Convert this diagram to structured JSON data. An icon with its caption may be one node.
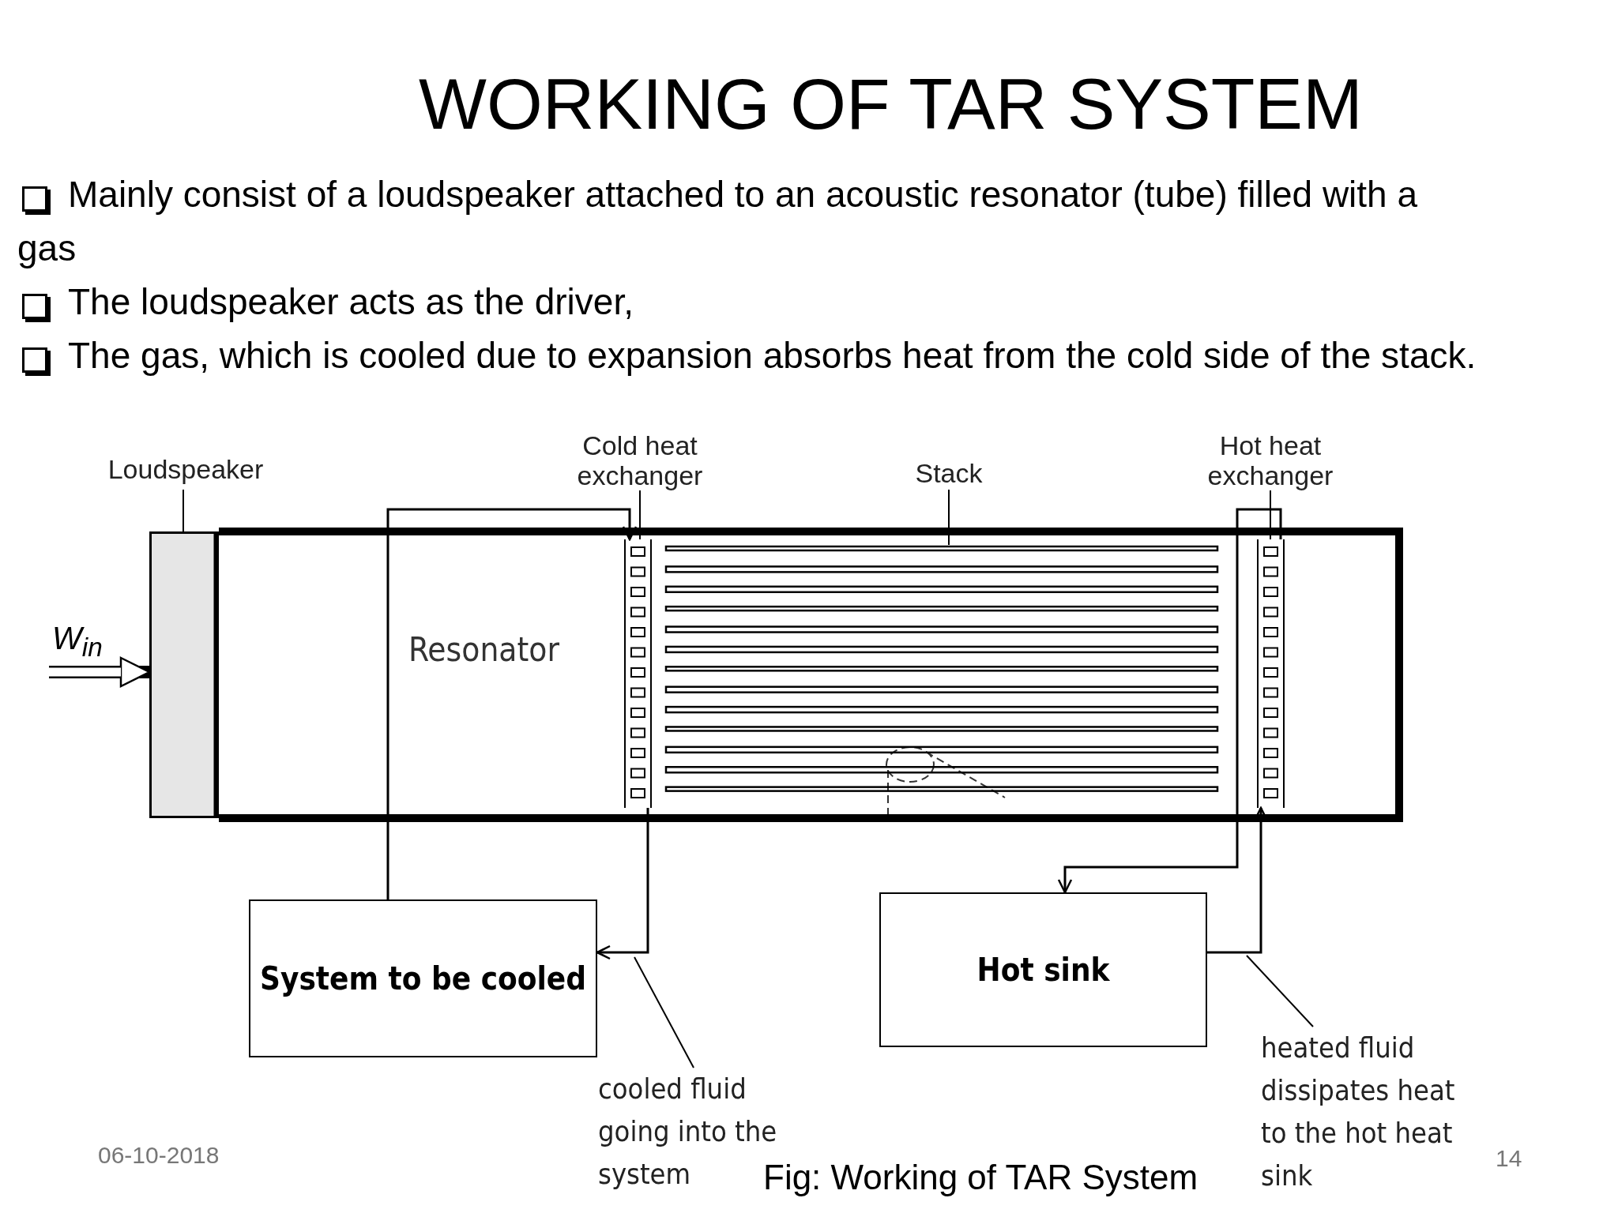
{
  "diagram": {
    "title": "WORKING OF TAR SYSTEM",
    "caption": "Fig: Working of TAR System",
    "nodes": [
      {
        "text": [
          "Resonator"
        ]
      },
      {
        "text": [
          "Loudspeaker"
        ]
      },
      {
        "text": [],
        "shape": "box"
      },
      {
        "text": [
          "Cold heat exchanger"
        ]
      },
      {
        "text": [],
        "shape": "bar",
        "in": 0
      },
      {
        "text": [
          "Stack"
        ]
      },
      {
        "text": [],
        "shape": "box",
        "in": 0
      },
      {
        "text": [
          "Hot heat exchanger"
        ]
      },
      {
        "text": [],
        "shape": "bar",
        "in": 0
      },
      {
        "text": [
          "System to be cooled"
        ]
      },
      {
        "text": [
          "Hot sink"
        ]
      },
      {
        "text": [
          "cooled fluid going into the system"
        ]
      },
      {
        "text": [
          "heated fluid dissipates heat to the hot heat sink"
        ]
      }
    ],
    "edges": [
      {
        "from": 1,
        "to": 2,
        "arrow": "none"
      },
      {
        "from": 3,
        "to": 4,
        "arrow": "none"
      },
      {
        "from": 5,
        "to": 6,
        "arrow": "none"
      },
      {
        "from": 7,
        "to": 8,
        "arrow": "none"
      },
      {
        "from": null,
        "to": 2,
        "arrow": "to",
        "label": "W$_{in}$",
        "style": "thick"
      },
      {
        "from": 9,
        "to": 4,
        "arrow": "to"
      },
      {
        "from": 4,
        "to": 9,
        "arrow": "to"
      },
      {
        "from": 8,
        "to": 10,
        "arrow": "to"
      },
      {
        "from": 10,
        "to": 8,
        "arrow": "to"
      },
      {
        "from": 11,
        "to": null,
        "arrow": "none"
      },
      {
        "from": 12,
        "to": null,
        "arrow": "none"
      }
    ],
    "labels": [
      "Mainly consist of a loudspeaker attached to an acoustic resonator (tube) filled with a gas",
      "The loudspeaker acts as the driver,",
      "The gas, which is cooled due to expansion absorbs heat from the cold side of the stack.",
      "06-10-2018",
      "14"
    ]
  }
}
